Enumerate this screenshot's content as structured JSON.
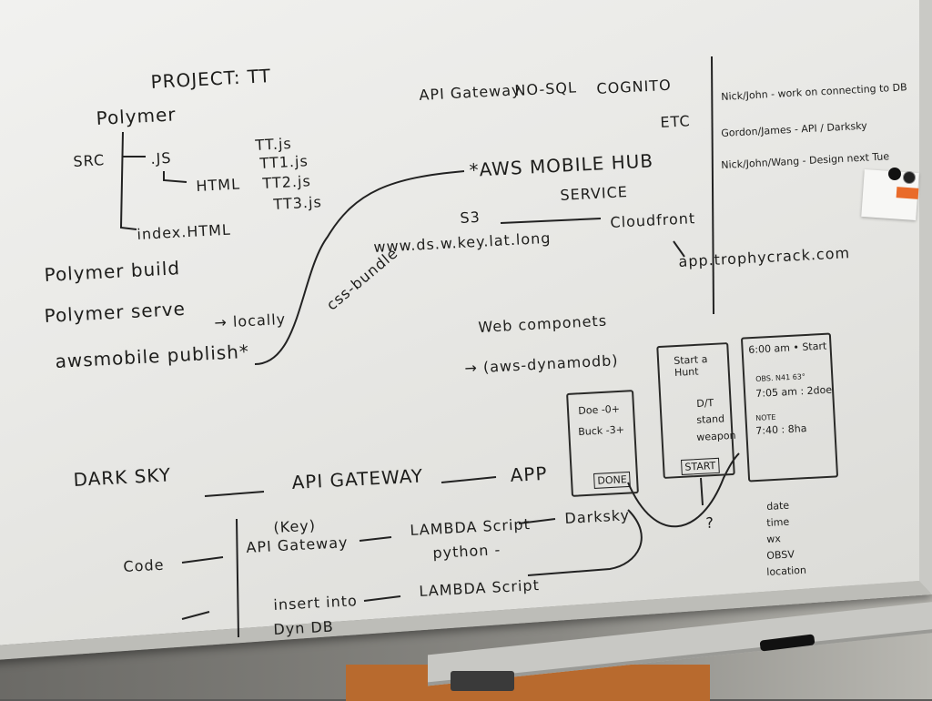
{
  "board": {
    "project_title": "PROJECT: TT",
    "polymer": "Polymer",
    "src": "SRC",
    "js": ".JS",
    "html": "HTML",
    "index_html": "index.HTML",
    "files": [
      "TT.js",
      "TT1.js",
      "TT2.js",
      "TT3.js"
    ],
    "commands": [
      "Polymer build",
      "Polymer serve",
      "awsmobile publish*"
    ],
    "locally": "→ locally",
    "css_bundle": "css-bundle",
    "aws_services": {
      "api_gateway": "API Gateway",
      "nosql": "NO-SQL",
      "cognito": "COGNITO",
      "etc": "ETC",
      "aws": "*AWS MOBILE HUB",
      "service": "SERVICE",
      "s3": "S3",
      "cloudfront": "Cloudfront",
      "url_pattern": "www.ds.w.key.lat.long",
      "app_url": "app.trophycrack.com"
    },
    "web_components": "Web componets",
    "aws_dynamodb": "→ (aws-dynamodb)",
    "flow": {
      "darksky": "DARK SKY",
      "api_gateway": "API GATEWAY",
      "app": "APP"
    },
    "lower": {
      "code": "Code",
      "key": "(Key)",
      "api_gateway": "API Gateway",
      "lambda1": "LAMBDA Script",
      "python": "python -",
      "darksky": "Darksky",
      "lambda2": "LAMBDA Script",
      "insert": "insert into",
      "dyndb": "Dyn DB"
    },
    "tasks": [
      "Nick/John - work on connecting to DB",
      "Gordon/James - API / Darksky",
      "Nick/John/Wang - Design next Tue"
    ],
    "sketch1": {
      "doe": "Doe -0+",
      "buck": "Buck -3+",
      "done": "DONE"
    },
    "sketch2": {
      "title": "Start a Hunt",
      "options": [
        "D/T",
        "stand",
        "weapon"
      ],
      "start": "START",
      "question": "?"
    },
    "sketch3": {
      "header": "6:00 am • Start",
      "obs_label": "OBS.  N41 63°",
      "obs": "7:05 am : 2doe",
      "note_label": "NOTE",
      "note": "7:40 : 8ha"
    },
    "fields": [
      "date",
      "time",
      "wx",
      "OBSV",
      "location"
    ]
  }
}
